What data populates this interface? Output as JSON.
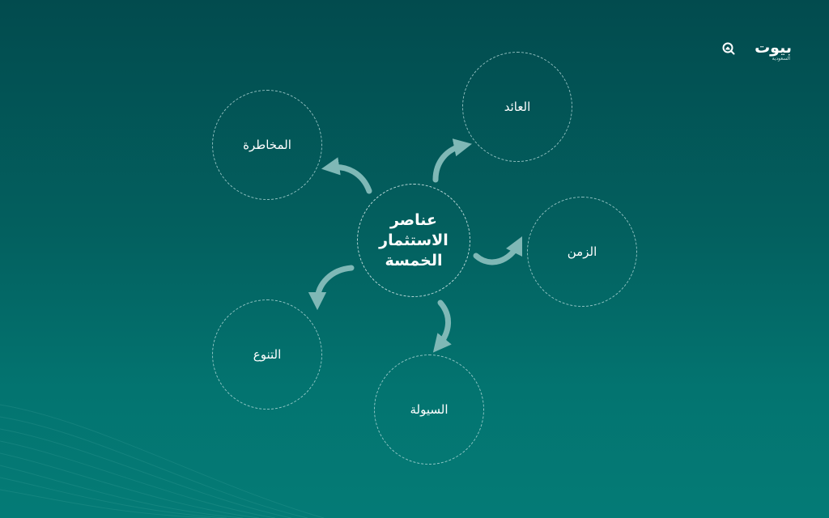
{
  "brand": {
    "name": "بيوت",
    "sub": "السعودية"
  },
  "diagram": {
    "center": {
      "lines": [
        "عناصر",
        "الاستثمار",
        "الخمسة"
      ]
    },
    "nodes": [
      {
        "id": "return",
        "label": "العائد"
      },
      {
        "id": "risk",
        "label": "المخاطرة"
      },
      {
        "id": "time",
        "label": "الزمن"
      },
      {
        "id": "diversification",
        "label": "التنوع"
      },
      {
        "id": "liquidity",
        "label": "السيولة"
      }
    ]
  },
  "colors": {
    "arrow": "#7fb8b6",
    "circle_border": "#bfe0e0",
    "background_top": "#024b4e",
    "background_bottom": "#047b76"
  }
}
